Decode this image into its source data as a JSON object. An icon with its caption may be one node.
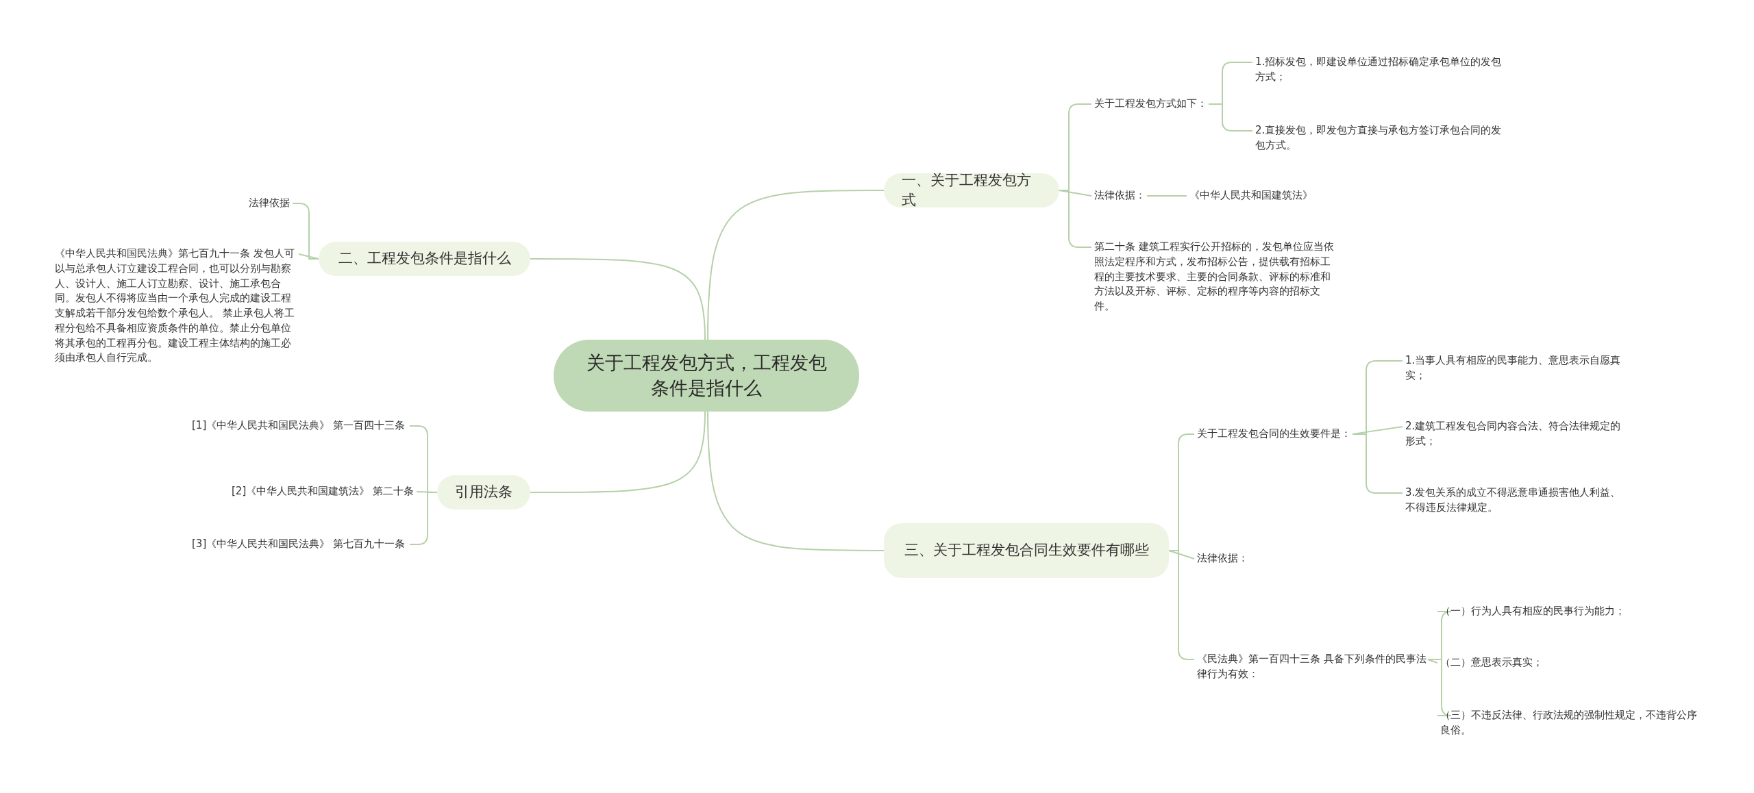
{
  "diagram": {
    "nodes": [
      {
        "text": [
          "关于工程发包方式，工程发包条件是指什么"
        ]
      },
      {
        "text": [
          "一、关于工程发包方式"
        ]
      },
      {
        "text": [
          "关于工程发包方式如下："
        ]
      },
      {
        "text": [
          "1.招标发包，即建设单位通过招标确定承包单位的发包方式；"
        ]
      },
      {
        "text": [
          "2.直接发包，即发包方直接与承包方签订承包合同的发包方式。"
        ]
      },
      {
        "text": [
          "法律依据："
        ]
      },
      {
        "text": [
          "《中华人民共和国建筑法》"
        ]
      },
      {
        "text": [
          "第二十条 建筑工程实行公开招标的，发包单位应当依照法定程序和方式，发布招标公告，提供载有招标工程的主要技术要求、主要的合同条款、评标的标准和方法以及开标、评标、定标的程序等内容的招标文件。"
        ]
      },
      {
        "text": [
          "二、工程发包条件是指什么"
        ]
      },
      {
        "text": [
          "法律依据"
        ]
      },
      {
        "text": [
          "《中华人民共和国民法典》第七百九十一条 发包人可以与总承包人订立建设工程合同，也可以分别与勘察人、设计人、施工人订立勘察、设计、施工承包合同。发包人不得将应当由一个承包人完成的建设工程支解成若干部分发包给数个承包人。 禁止承包人将工程分包给不具备相应资质条件的单位。禁止分包单位将其承包的工程再分包。建设工程主体结构的施工必须由承包人自行完成。"
        ]
      },
      {
        "text": [
          "引用法条"
        ]
      },
      {
        "text": [
          "[1]《中华人民共和国民法典》 第一百四十三条"
        ]
      },
      {
        "text": [
          "[2]《中华人民共和国建筑法》 第二十条"
        ]
      },
      {
        "text": [
          "[3]《中华人民共和国民法典》 第七百九十一条"
        ]
      },
      {
        "text": [
          "三、关于工程发包合同生效要件有哪些"
        ]
      },
      {
        "text": [
          "关于工程发包合同的生效要件是："
        ]
      },
      {
        "text": [
          "1.当事人具有相应的民事能力、意思表示自愿真实；"
        ]
      },
      {
        "text": [
          "2.建筑工程发包合同内容合法、符合法律规定的形式；"
        ]
      },
      {
        "text": [
          "3.发包关系的成立不得恶意串通损害他人利益、不得违反法律规定。"
        ]
      },
      {
        "text": [
          "法律依据："
        ]
      },
      {
        "text": [
          "《民法典》第一百四十三条 具备下列条件的民事法律行为有效："
        ]
      },
      {
        "text": [
          "（一）行为人具有相应的民事行为能力；"
        ]
      },
      {
        "text": [
          "（二）意思表示真实；"
        ]
      },
      {
        "text": [
          "（三）不违反法律、行政法规的强制性规定，不违背公序良俗。"
        ]
      }
    ],
    "edges": [
      {
        "from": 0,
        "to": 1,
        "arrow": "none"
      },
      {
        "from": 1,
        "to": 2,
        "arrow": "none"
      },
      {
        "from": 2,
        "to": 3,
        "arrow": "none"
      },
      {
        "from": 2,
        "to": 4,
        "arrow": "none"
      },
      {
        "from": 1,
        "to": 5,
        "arrow": "none"
      },
      {
        "from": 5,
        "to": 6,
        "arrow": "none"
      },
      {
        "from": 1,
        "to": 7,
        "arrow": "none"
      },
      {
        "from": 0,
        "to": 8,
        "arrow": "none"
      },
      {
        "from": 8,
        "to": 9,
        "arrow": "none"
      },
      {
        "from": 8,
        "to": 10,
        "arrow": "none"
      },
      {
        "from": 0,
        "to": 11,
        "arrow": "none"
      },
      {
        "from": 11,
        "to": 12,
        "arrow": "none"
      },
      {
        "from": 11,
        "to": 13,
        "arrow": "none"
      },
      {
        "from": 11,
        "to": 14,
        "arrow": "none"
      },
      {
        "from": 0,
        "to": 15,
        "arrow": "none"
      },
      {
        "from": 15,
        "to": 16,
        "arrow": "none"
      },
      {
        "from": 16,
        "to": 17,
        "arrow": "none"
      },
      {
        "from": 16,
        "to": 18,
        "arrow": "none"
      },
      {
        "from": 16,
        "to": 19,
        "arrow": "none"
      },
      {
        "from": 15,
        "to": 20,
        "arrow": "none"
      },
      {
        "from": 15,
        "to": 21,
        "arrow": "none"
      },
      {
        "from": 21,
        "to": 22,
        "arrow": "none"
      },
      {
        "from": 21,
        "to": 23,
        "arrow": "none"
      },
      {
        "from": 21,
        "to": 24,
        "arrow": "none"
      }
    ]
  }
}
